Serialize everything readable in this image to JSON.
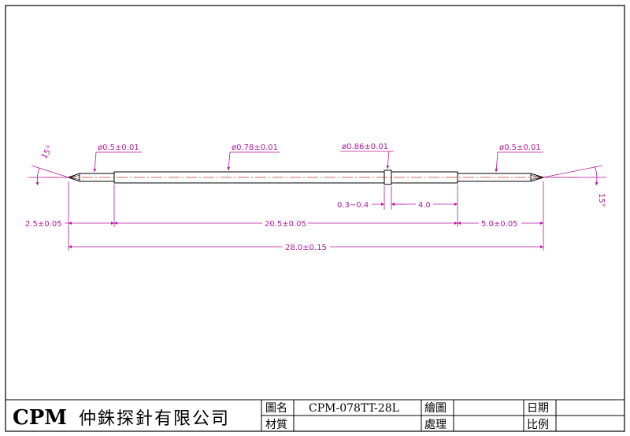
{
  "drawing": {
    "diameters": {
      "left_tip": "ø0.5±0.01",
      "body": "ø0.78±0.01",
      "collar": "ø0.86±0.01",
      "right_tip": "ø0.5±0.01"
    },
    "angles": {
      "left": "15°",
      "right": "15°"
    },
    "lengths": {
      "collar_width": "0.3~0.4",
      "collar_to_end": "4.0",
      "left_tip": "2.5±0.05",
      "body": "20.5±0.05",
      "right_tip": "5.0±0.05",
      "total": "28.0±0.15"
    },
    "colors": {
      "dimension": "#b5179e",
      "centerline": "#c0392b",
      "outline": "#000000"
    }
  },
  "title_block": {
    "logo": "CPM",
    "company": "仲銖探針有限公司",
    "label_name": "圖名",
    "part_number": "CPM-078TT-28L",
    "label_draw": "繪圖",
    "label_date": "日期",
    "label_material": "材質",
    "label_process": "處理",
    "label_scale": "比例"
  }
}
